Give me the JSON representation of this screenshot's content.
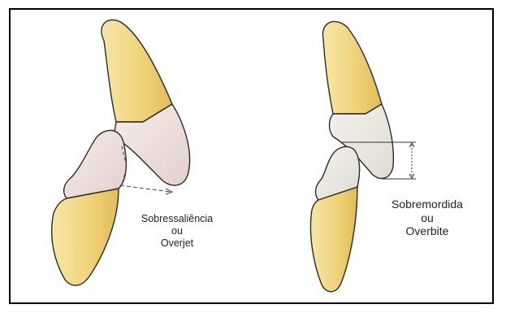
{
  "figure": {
    "left_panel": {
      "label": {
        "line1": "Sobressaliência",
        "line2": "ou",
        "line3": "Overjet"
      }
    },
    "right_panel": {
      "label": {
        "line1": "Sobremordida",
        "line2": "ou",
        "line3": "Overbite"
      }
    }
  },
  "colors": {
    "crown_fill": "#f3e2a0",
    "crown_shade": "#e3c160",
    "tooth_outline": "#2a2a2a",
    "incisal_pink": "#eadcd8",
    "incisal_grey": "#e6e2dc",
    "measurement_line": "#444444",
    "frame_border": "#000000"
  }
}
